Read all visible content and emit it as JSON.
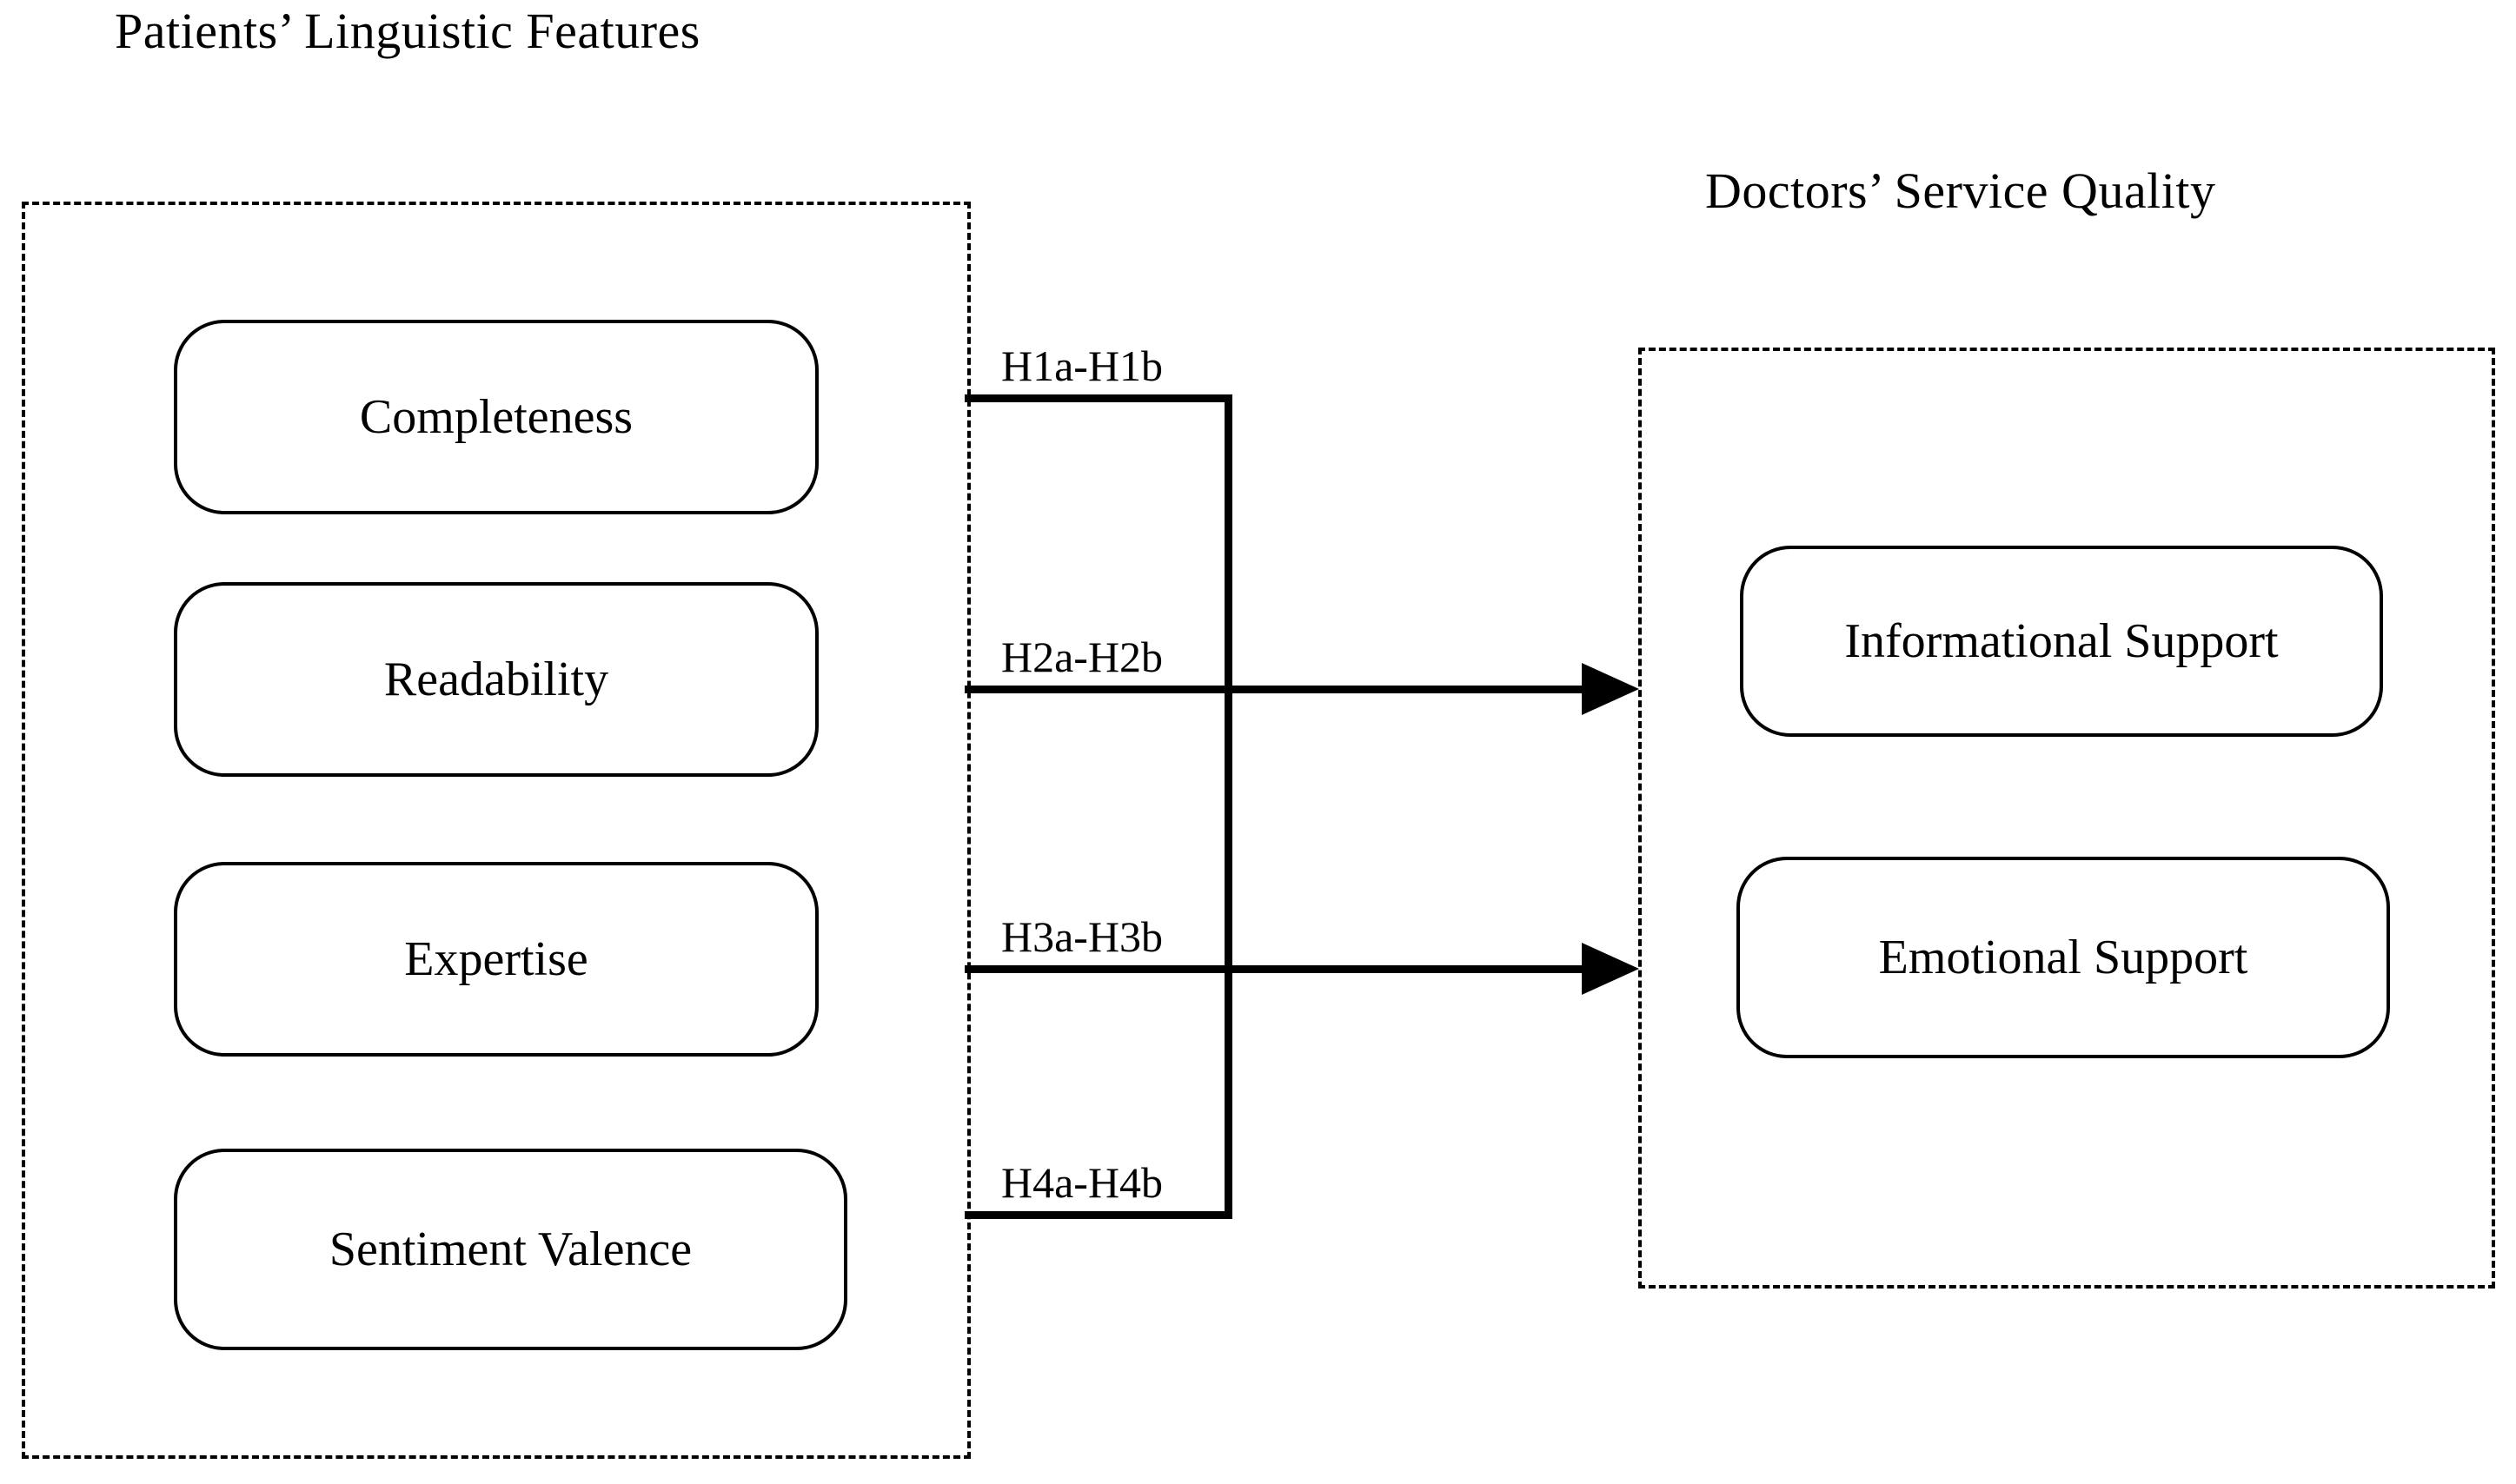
{
  "diagram": {
    "type": "conceptual-research-model",
    "left_group": {
      "title": "Patients’ Linguistic Features",
      "constructs": [
        {
          "label": "Completeness"
        },
        {
          "label": "Readability"
        },
        {
          "label": "Expertise"
        },
        {
          "label": "Sentiment Valence"
        }
      ]
    },
    "right_group": {
      "title": "Doctors’ Service Quality",
      "constructs": [
        {
          "label": "Informational Support"
        },
        {
          "label": "Emotional Support"
        }
      ]
    },
    "hypotheses": [
      {
        "id": "H1",
        "label": "H1a-H1b"
      },
      {
        "id": "H2",
        "label": "H2a-H2b"
      },
      {
        "id": "H3",
        "label": "H3a-H3b"
      },
      {
        "id": "H4",
        "label": "H4a-H4b"
      }
    ],
    "colors": {
      "stroke": "#000000",
      "background": "#ffffff",
      "text": "#000000"
    }
  }
}
